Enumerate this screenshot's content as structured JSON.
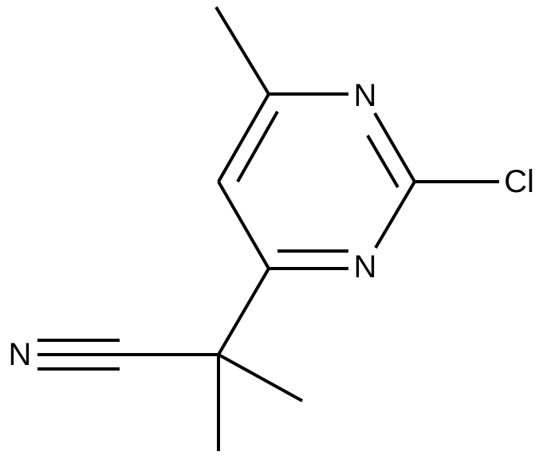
{
  "atoms": {
    "n_top": "N",
    "n_bottom": "N",
    "cl": "Cl",
    "n_nitrile": "N"
  },
  "colors": {
    "bond": "#000000",
    "label": "#000000",
    "background": "#ffffff"
  }
}
